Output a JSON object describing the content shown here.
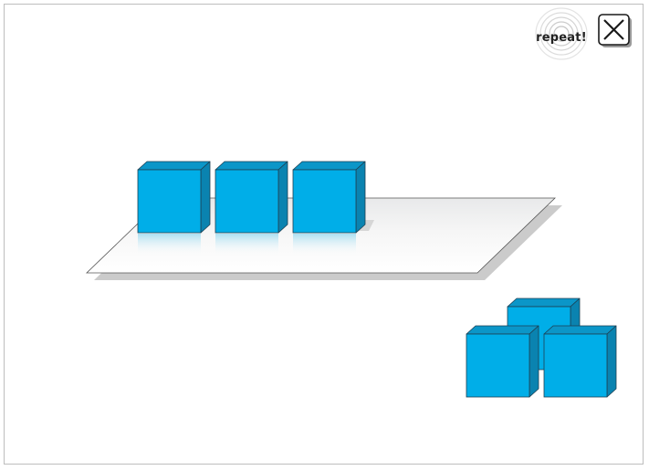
{
  "toolbar": {
    "repeat_label": "repeat!",
    "repeat_icon": "sound-rings-icon",
    "close_icon": "close-x-icon"
  },
  "scene": {
    "tray_cube_count": 3,
    "loose_cube_count": 3
  },
  "colors": {
    "cube_front": "#00aee8",
    "cube_top": "#0b96c8",
    "cube_side": "#0a83b0",
    "cube_outline": "#1d3f52",
    "tray_fill": "#ffffff",
    "tray_shadow": "#cfcfcf"
  }
}
